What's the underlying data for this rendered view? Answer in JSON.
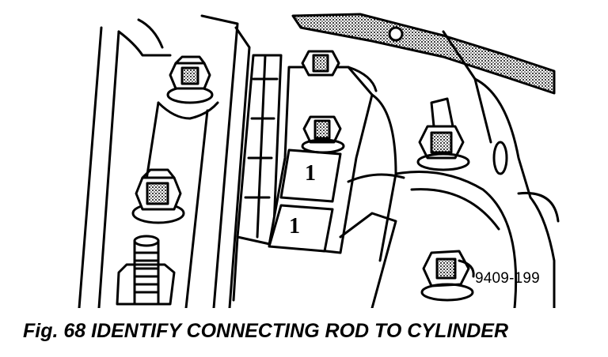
{
  "figure": {
    "rod_mark_upper": "1",
    "rod_mark_lower": "1",
    "code": "9409-199"
  },
  "caption": "Fig. 68 IDENTIFY CONNECTING ROD TO CYLINDER",
  "colors": {
    "ink": "#000000",
    "paper": "#ffffff"
  }
}
